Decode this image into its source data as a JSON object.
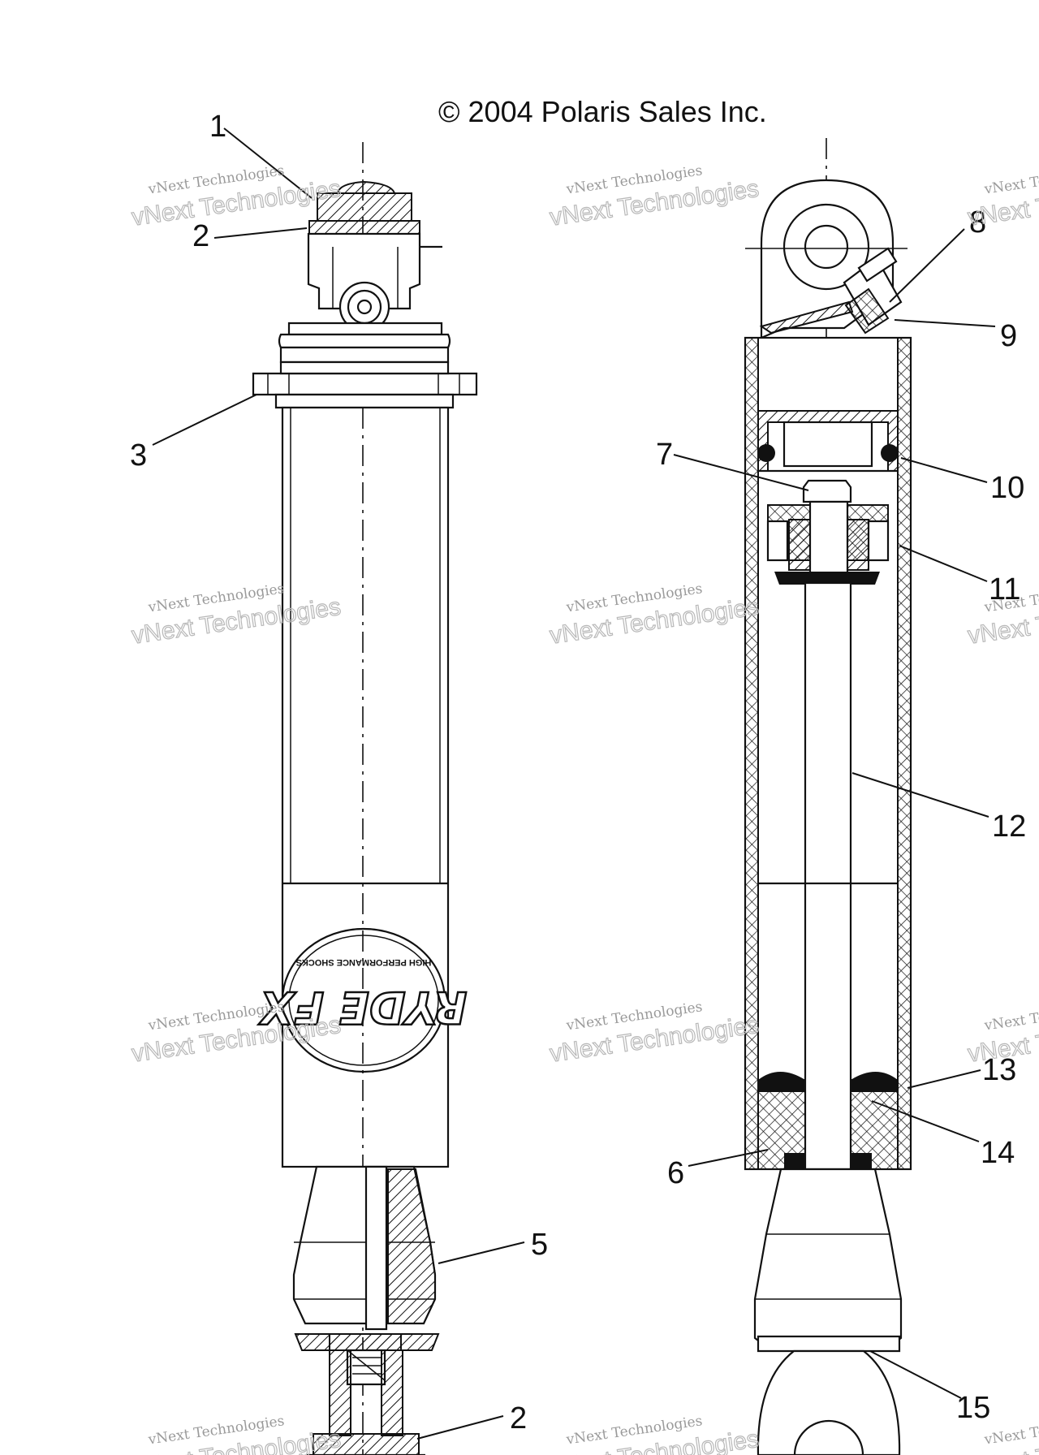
{
  "copyright": "© 2004 Polaris Sales Inc.",
  "watermark": {
    "line1": "vNext Technologies",
    "line2": "vNext Technologies"
  },
  "callouts": [
    "1",
    "2",
    "3",
    "5",
    "2",
    "7",
    "8",
    "9",
    "10",
    "11",
    "12",
    "13",
    "14",
    "6",
    "15"
  ],
  "logo_text": {
    "brand": "RYDE FX",
    "tagline": "HIGH PERFORMANCE SHOCKS"
  }
}
